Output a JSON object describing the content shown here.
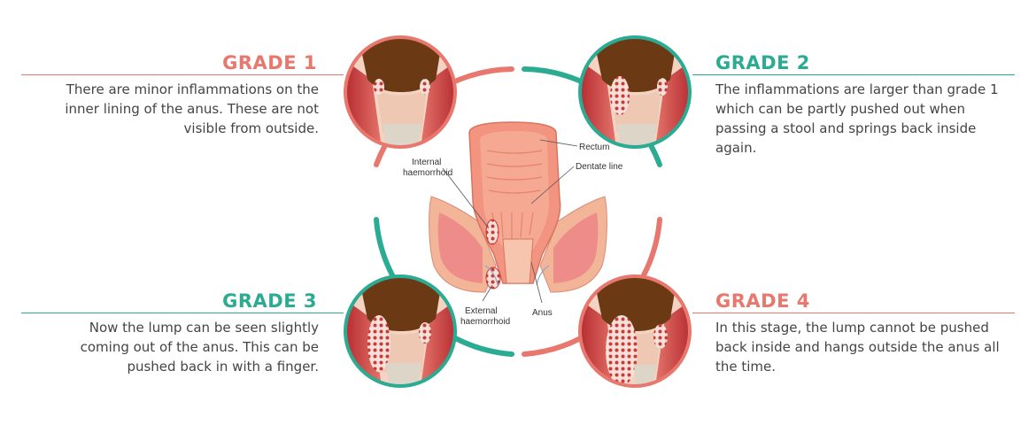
{
  "colors": {
    "coral": "#e8776e",
    "teal": "#2aab92",
    "text": "#444444",
    "stool": "#6b3a14"
  },
  "grades": [
    {
      "title": "GRADE 1",
      "description": "There are minor inflammations on the inner lining of the anus. These are not visible from outside."
    },
    {
      "title": "GRADE 2",
      "description": "The inflammations are larger than grade 1 which can be partly pushed out when passing a stool and springs back inside again."
    },
    {
      "title": "GRADE 3",
      "description": "Now the lump can be seen slightly coming out of the anus. This can be pushed back in with a finger."
    },
    {
      "title": "GRADE 4",
      "description": "In this stage, the lump cannot be pushed back inside and hangs outside the anus all the time."
    }
  ],
  "anatomy_labels": {
    "rectum": "Rectum",
    "dentate_line": "Dentate line",
    "internal_1": "Internal",
    "internal_2": "haemorrhoid",
    "external_1": "External",
    "external_2": "haemorrhoid",
    "anus": "Anus"
  }
}
